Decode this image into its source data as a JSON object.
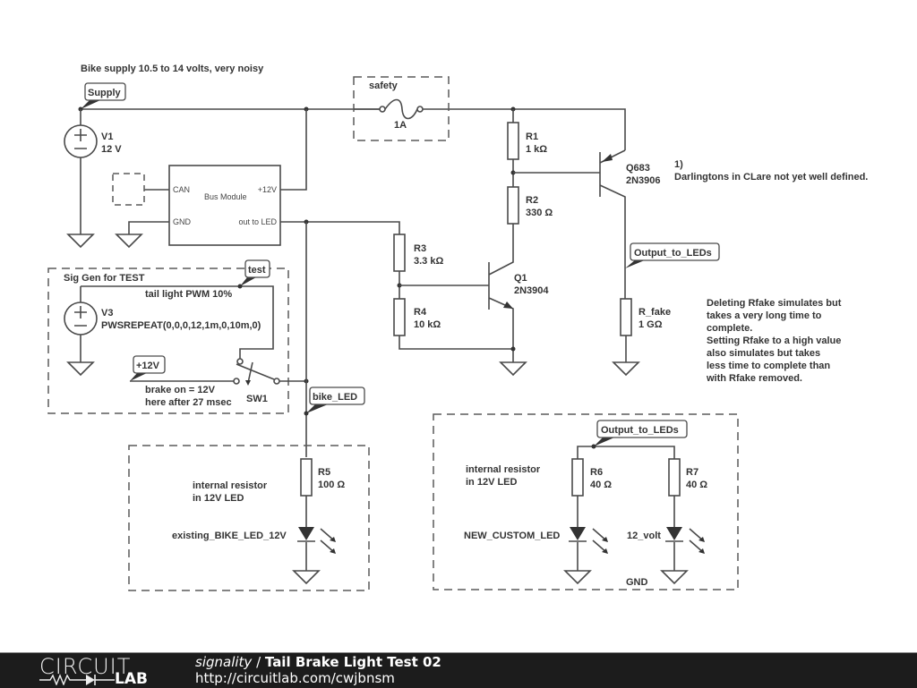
{
  "annotations": {
    "supply_note": "Bike supply 10.5 to 14 volts, very noisy",
    "darlington_num": "1)",
    "darlington_note": "Darlingtons in CLare not yet well defined.",
    "rfake_note": [
      "Deleting Rfake simulates but",
      "takes a very long time to",
      "complete.",
      "Setting Rfake to a high value",
      "also simulates but takes",
      "less time to complete than",
      "with Rfake removed."
    ],
    "pwm_note": "tail light PWM 10%",
    "brake_note_1": "brake on = 12V",
    "brake_note_2": "here after 27 msec",
    "internal_resistor_1": "internal resistor",
    "internal_resistor_2": "in 12V LED",
    "gnd_note": "GND"
  },
  "net_labels": {
    "supply": "Supply",
    "test": "test",
    "plus12v": "+12V",
    "bike_led": "bike_LED",
    "output_to_leds_1": "Output_to_LEDs",
    "output_to_leds_2": "Output_to_LEDs"
  },
  "groups": {
    "safety": "safety",
    "sig_gen": "Sig Gen for TEST"
  },
  "components": {
    "V1": {
      "name": "V1",
      "value": "12 V"
    },
    "V3": {
      "name": "V3",
      "value": "PWSREPEAT(0,0,0,12,1m,0,10m,0)"
    },
    "fuse": {
      "value": "1A"
    },
    "R1": {
      "name": "R1",
      "value": "1 kΩ"
    },
    "R2": {
      "name": "R2",
      "value": "330 Ω"
    },
    "R3": {
      "name": "R3",
      "value": "3.3 kΩ"
    },
    "R4": {
      "name": "R4",
      "value": "10 kΩ"
    },
    "R5": {
      "name": "R5",
      "value": "100 Ω"
    },
    "R6": {
      "name": "R6",
      "value": "40 Ω"
    },
    "R7": {
      "name": "R7",
      "value": "40 Ω"
    },
    "R_fake": {
      "name": "R_fake",
      "value": "1 GΩ"
    },
    "Q1": {
      "name": "Q1",
      "value": "2N3904"
    },
    "Q683": {
      "name": "Q683",
      "value": "2N3906"
    },
    "SW1": {
      "name": "SW1"
    },
    "LED_existing": {
      "name": "existing_BIKE_LED_12V"
    },
    "LED_new": {
      "name": "NEW_CUSTOM_LED"
    },
    "LED_12volt": {
      "name": "12_volt"
    },
    "bus_module": {
      "title": "Bus Module",
      "pin_can": "CAN",
      "pin_gnd": "GND",
      "pin_12v": "+12V",
      "pin_out": "out to LED"
    }
  },
  "footer": {
    "logo_top": "CIRCUIT",
    "logo_bottom": "LAB",
    "user": "signality",
    "separator": " / ",
    "title": "Tail Brake Light Test 02",
    "url": "http://circuitlab.com/cwjbnsm"
  }
}
